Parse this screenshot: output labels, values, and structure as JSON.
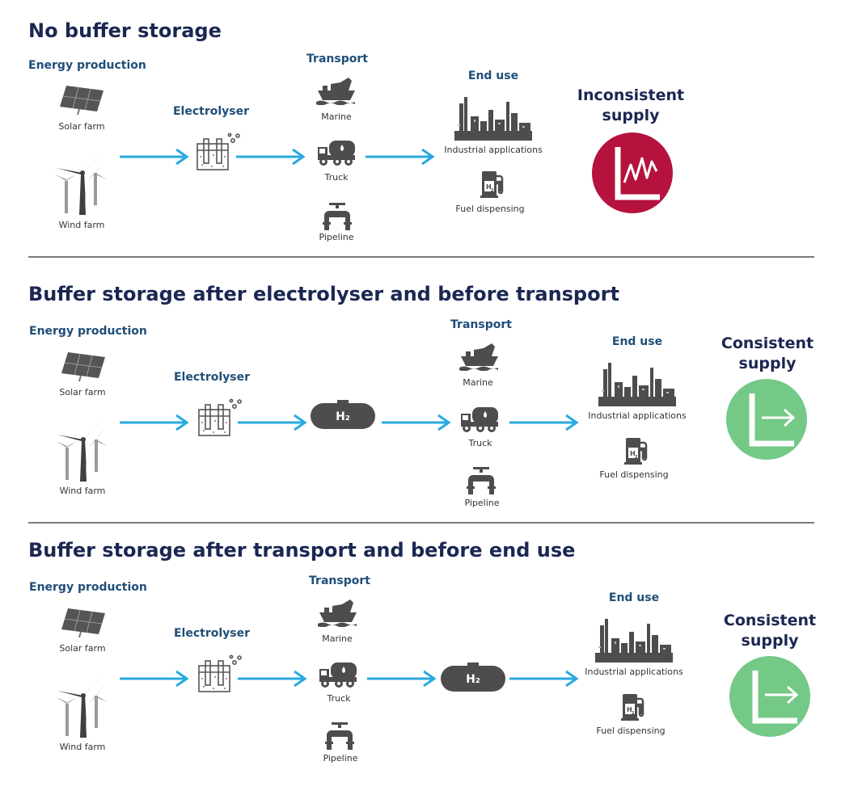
{
  "colors": {
    "title": "#1b2752",
    "stage": "#1f4e79",
    "arrow": "#29a9df",
    "icon": "#4d4d4d",
    "inconsistent": "#b5123e",
    "consistent": "#74c987"
  },
  "icons": [
    "solar-panel-icon",
    "wind-turbine-icon",
    "electrolyser-icon",
    "ship-icon",
    "truck-icon",
    "pipeline-icon",
    "factory-icon",
    "fuel-pump-icon",
    "hydrogen-tank-icon",
    "volatile-chart-icon",
    "steady-chart-icon"
  ],
  "sections": [
    {
      "title": "No buffer storage",
      "energy_production": "Energy production",
      "solar": "Solar farm",
      "wind": "Wind farm",
      "electrolyser": "Electrolyser",
      "transport": "Transport",
      "marine": "Marine",
      "truck": "Truck",
      "pipeline": "Pipeline",
      "end_use": "End use",
      "industrial": "Industrial applications",
      "fuel": "Fuel dispensing",
      "outcome_line1": "Inconsistent",
      "outcome_line2": "supply"
    },
    {
      "title": "Buffer storage after electrolyser and before transport",
      "energy_production": "Energy production",
      "solar": "Solar farm",
      "wind": "Wind farm",
      "electrolyser": "Electrolyser",
      "storage": "H₂",
      "transport": "Transport",
      "marine": "Marine",
      "truck": "Truck",
      "pipeline": "Pipeline",
      "end_use": "End use",
      "industrial": "Industrial applications",
      "fuel": "Fuel dispensing",
      "outcome_line1": "Consistent",
      "outcome_line2": "supply"
    },
    {
      "title": "Buffer storage after transport and before end use",
      "energy_production": "Energy production",
      "solar": "Solar farm",
      "wind": "Wind farm",
      "electrolyser": "Electrolyser",
      "storage": "H₂",
      "transport": "Transport",
      "marine": "Marine",
      "truck": "Truck",
      "pipeline": "Pipeline",
      "end_use": "End use",
      "industrial": "Industrial applications",
      "fuel": "Fuel dispensing",
      "outcome_line1": "Consistent",
      "outcome_line2": "supply"
    }
  ]
}
